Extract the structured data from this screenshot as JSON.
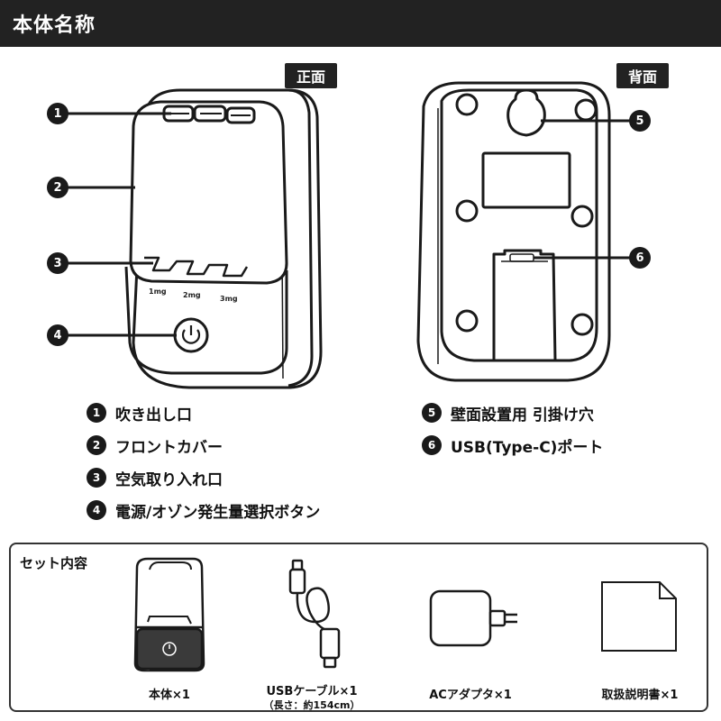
{
  "header": {
    "title": "本体名称"
  },
  "views": {
    "front": "正面",
    "back": "背面"
  },
  "device": {
    "intake_labels": [
      "1mg",
      "2mg",
      "3mg"
    ]
  },
  "callouts": [
    "1",
    "2",
    "3",
    "4",
    "5",
    "6"
  ],
  "parts": [
    {
      "num": "1",
      "label": "吹き出し口"
    },
    {
      "num": "2",
      "label": "フロントカバー"
    },
    {
      "num": "3",
      "label": "空気取り入れ口"
    },
    {
      "num": "4",
      "label": "電源/オゾン発生量選択ボタン"
    },
    {
      "num": "5",
      "label": "壁面設置用 引掛け穴"
    },
    {
      "num": "6",
      "label": "USB(Type-C)ポート"
    }
  ],
  "set_contents": {
    "title": "セット内容",
    "items": [
      {
        "label": "本体×1",
        "note": ""
      },
      {
        "label": "USBケーブル×1",
        "note": "（長さ：約154cm）"
      },
      {
        "label": "ACアダプタ×1",
        "note": ""
      },
      {
        "label": "取扱説明書×1",
        "note": ""
      }
    ]
  }
}
